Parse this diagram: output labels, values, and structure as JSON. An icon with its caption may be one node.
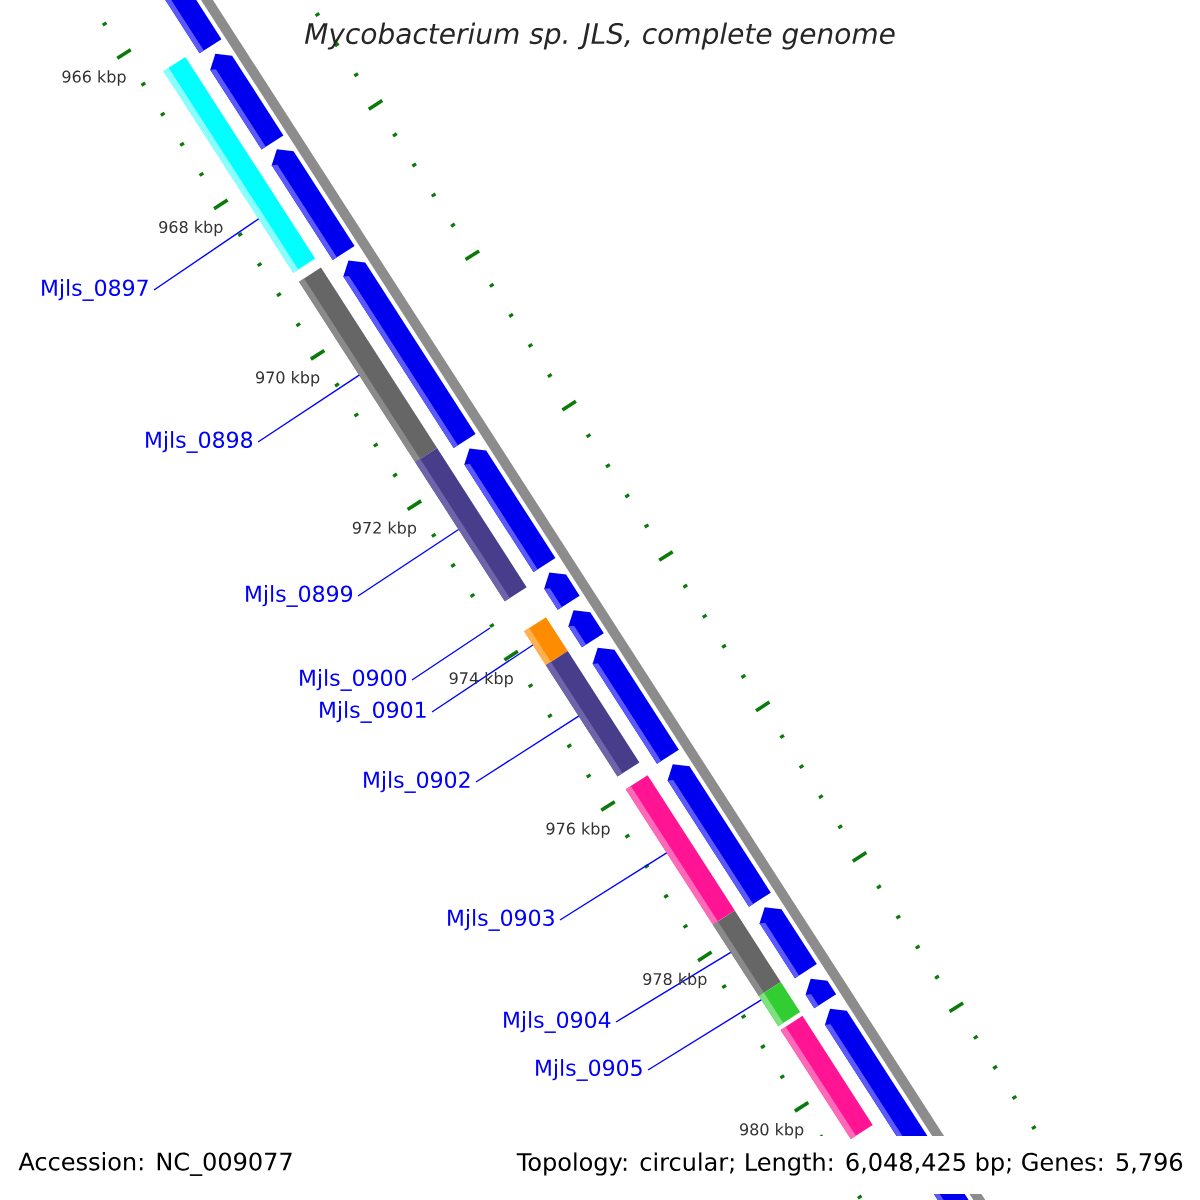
{
  "diagram": {
    "title": "Mycobacterium sp. JLS, complete genome",
    "nodes": [
      {
        "text": [
          "Mjls_0897"
        ]
      },
      {
        "text": [
          "Mjls_0898"
        ]
      },
      {
        "text": [
          "Mjls_0899"
        ]
      },
      {
        "text": [
          "Mjls_0900"
        ]
      },
      {
        "text": [
          "Mjls_0901"
        ]
      },
      {
        "text": [
          "Mjls_0902"
        ]
      },
      {
        "text": [
          "Mjls_0903"
        ]
      },
      {
        "text": [
          "Mjls_0904"
        ]
      },
      {
        "text": [
          "Mjls_0905"
        ]
      },
      {
        "text": [],
        "shape": "bar"
      },
      {
        "text": [],
        "shape": "bar"
      },
      {
        "text": [],
        "shape": "bar"
      },
      {
        "text": [],
        "shape": "bar"
      },
      {
        "text": [],
        "shape": "bar"
      },
      {
        "text": [],
        "shape": "bar"
      },
      {
        "text": [],
        "shape": "bar"
      },
      {
        "text": [],
        "shape": "bar"
      },
      {
        "text": [],
        "shape": "bar"
      }
    ],
    "edges": [
      {
        "from": 0,
        "to": 9,
        "arrow": "none"
      },
      {
        "from": 1,
        "to": 10,
        "arrow": "none"
      },
      {
        "from": 2,
        "to": 11,
        "arrow": "none"
      },
      {
        "from": 3,
        "to": null,
        "arrow": "none"
      },
      {
        "from": 4,
        "to": 12,
        "arrow": "none"
      },
      {
        "from": 5,
        "to": 13,
        "arrow": "none"
      },
      {
        "from": 6,
        "to": 14,
        "arrow": "none"
      },
      {
        "from": 7,
        "to": 15,
        "arrow": "none"
      },
      {
        "from": 8,
        "to": 16,
        "arrow": "none"
      }
    ],
    "labels": [
      "966 kbp",
      "968 kbp",
      "970 kbp",
      "972 kbp",
      "974 kbp",
      "976 kbp",
      "978 kbp",
      "980 kbp",
      "Accession: NC_009077",
      "Topology: circular; Length: 6,048,425 bp; Genes: 5,796"
    ]
  }
}
